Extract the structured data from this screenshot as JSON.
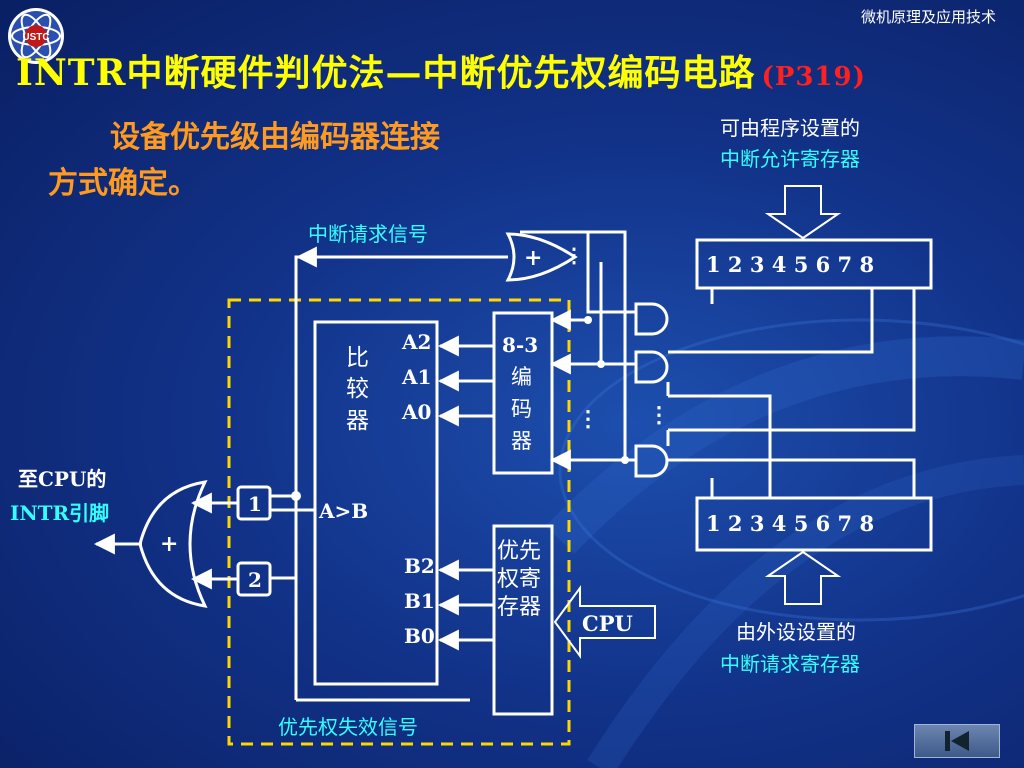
{
  "header": {
    "course": "微机原理及应用技术",
    "title_main": "INTR中断硬件判优法—中断优先权编码电路",
    "title_page": "(P319)",
    "logo_text": "USTC"
  },
  "subtitle": "设备优先级由编码器连接方式确定。",
  "labels": {
    "mask_reg_line1": "可由程序设置的",
    "mask_reg_line2": "中断允许寄存器",
    "req_reg_line1": "由外设设置的",
    "req_reg_line2": "中断请求寄存器",
    "int_req_signal": "中断请求信号",
    "priority_invalid_signal": "优先权失效信号",
    "to_cpu_line1": "至CPU的",
    "to_cpu_line2": "INTR引脚",
    "cpu": "CPU"
  },
  "diagram": {
    "register_bits": "1 2 3 4  5 6 7 8",
    "comparator": [
      "比",
      "较",
      "器"
    ],
    "comparator_ins_a": [
      "A2",
      "A1",
      "A0"
    ],
    "comparator_ins_b": [
      "B2",
      "B1",
      "B0"
    ],
    "comparator_out": "A>B",
    "encoder": [
      "8-3",
      "编",
      "码",
      "器"
    ],
    "priority_reg": [
      "优先",
      "权寄",
      "存器"
    ],
    "gate1": "1",
    "gate2": "2",
    "or_plus": "+",
    "dots": "⋮"
  },
  "colors": {
    "title": "#ffff00",
    "page_ref": "#ff2020",
    "subtitle": "#ff9a20",
    "cyan": "#33ffff",
    "dashed_box": "#ffd700",
    "line": "#ffffff"
  },
  "icons": {
    "nav": "skip-back-icon"
  }
}
